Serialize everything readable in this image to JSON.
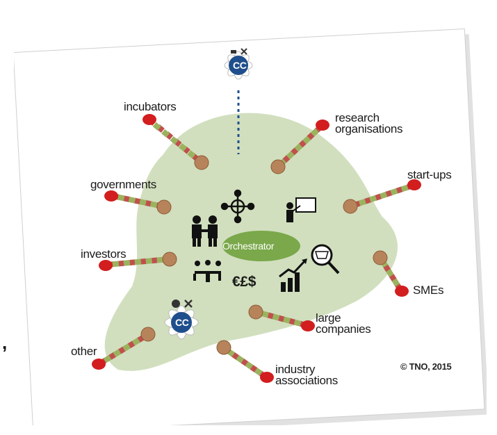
{
  "center": {
    "label": "Orchestrator"
  },
  "nodes": [
    {
      "id": "incubators",
      "label": "incubators"
    },
    {
      "id": "research",
      "label": "research organisations"
    },
    {
      "id": "governments",
      "label": "governments"
    },
    {
      "id": "startups",
      "label": "start-ups"
    },
    {
      "id": "investors",
      "label": "investors"
    },
    {
      "id": "smes",
      "label": "SMEs"
    },
    {
      "id": "large",
      "label": "large companies"
    },
    {
      "id": "other",
      "label": "other"
    },
    {
      "id": "industry",
      "label": "industry associations"
    }
  ],
  "cc_badges": [
    {
      "label": "CC"
    },
    {
      "label": "CC"
    }
  ],
  "center_icons": [
    "network-icon",
    "presentation-icon",
    "handshake-icon",
    "shopping-search-icon",
    "meeting-icon",
    "currency-icon",
    "growth-chart-icon"
  ],
  "currency_text": "€£$",
  "copyright": "© TNO, 2015",
  "colors": {
    "blob": "#c9d9b3",
    "node_red": "#d21e1e",
    "inner_node": "#b7835a",
    "dash_red": "#c0504d",
    "dash_green": "#9bb35f",
    "cc_blue": "#1f4e8c",
    "orchestrator_green": "#7aa84a"
  }
}
